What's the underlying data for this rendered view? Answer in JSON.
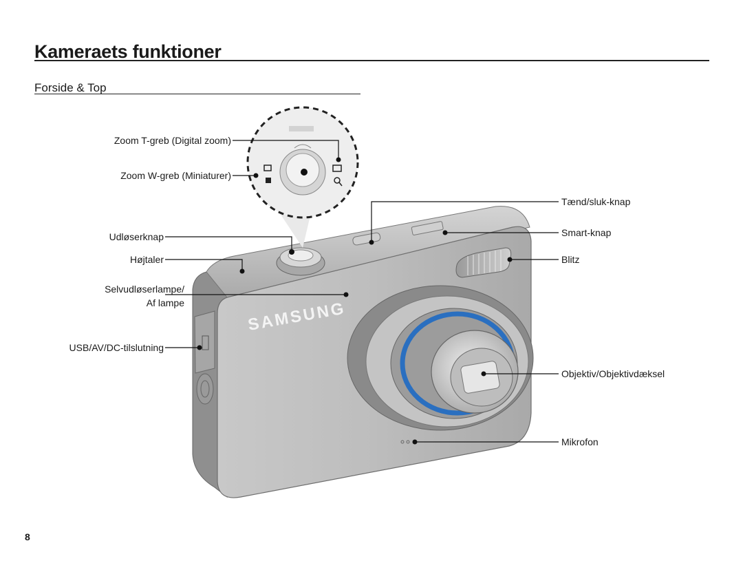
{
  "header": {
    "title": "Kameraets funktioner",
    "subtitle": "Forside & Top"
  },
  "callouts": {
    "zoom_t": "Zoom T-greb (Digital zoom)",
    "zoom_w": "Zoom W-greb (Miniaturer)",
    "shutter": "Udløserknap",
    "speaker": "Højtaler",
    "self_timer_line1": "Selvudløserlampe/",
    "self_timer_line2": "Af lampe",
    "usb": "USB/AV/DC-tilslutning",
    "power": "Tænd/sluk-knap",
    "smart": "Smart-knap",
    "flash": "Blitz",
    "lens": "Objektiv/Objektivdæksel",
    "mic": "Mikrofon"
  },
  "camera": {
    "brand": "SAMSUNG",
    "body_color": "#bcbcbc",
    "ring_color": "#2a6fc0"
  },
  "footer": {
    "page_number": "8"
  }
}
